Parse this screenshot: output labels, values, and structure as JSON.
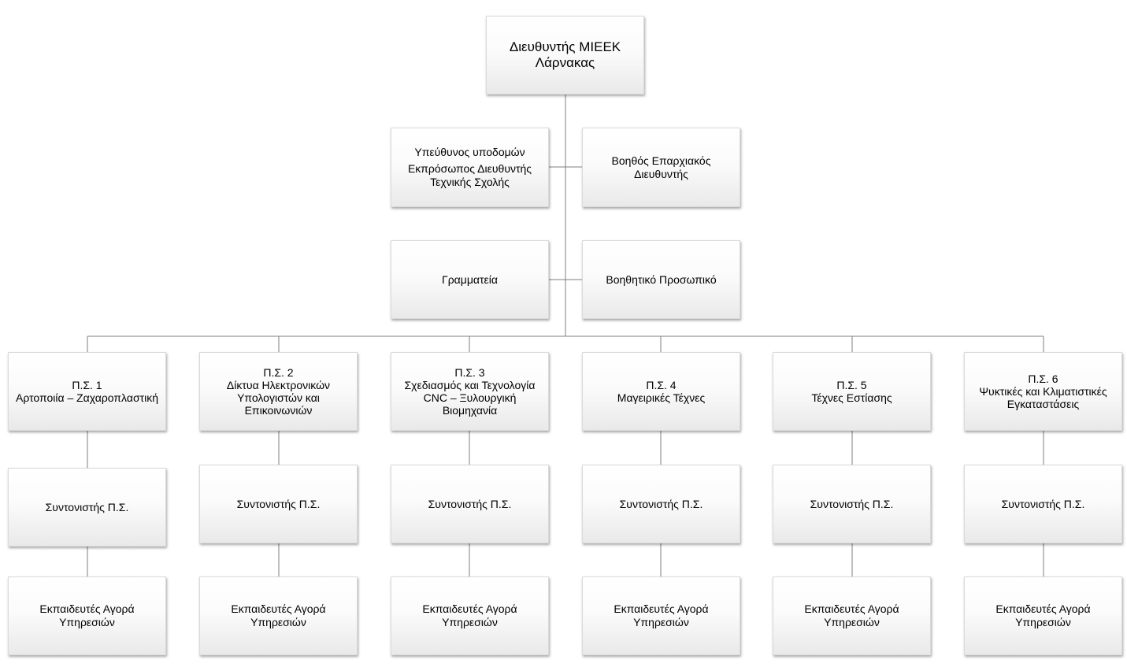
{
  "director": {
    "line1": "Διευθυντής ΜΙΕΕΚ",
    "line2": "Λάρνακας"
  },
  "infrastructure": {
    "line1": "Υπεύθυνος  υποδομών",
    "line2": "Εκπρόσωπος Διευθυντής",
    "line3": "Τεχνικής  Σχολής"
  },
  "assistant_director": {
    "line1": "Βοηθός Επαρχιακός",
    "line2": "Διευθυντής"
  },
  "secretariat": {
    "label": "Γραμματεία"
  },
  "support_staff": {
    "label": "Βοηθητικό  Προσωπικό"
  },
  "programs": [
    {
      "code": "Π.Σ. 1",
      "name_lines": [
        "Αρτοποιία  – Ζαχαροπλαστική"
      ],
      "coordinator": "Συντονιστής  Π.Σ.",
      "trainers_line1": "Εκπαιδευτές Αγορά",
      "trainers_line2": "Υπηρεσιών"
    },
    {
      "code": "Π.Σ. 2",
      "name_lines": [
        "Δίκτυα Ηλεκτρονικών",
        "Υπολογιστών  και",
        "Επικοινωνιών"
      ],
      "coordinator": "Συντονιστής  Π.Σ.",
      "trainers_line1": "Εκπαιδευτές Αγορά",
      "trainers_line2": "Υπηρεσιών"
    },
    {
      "code": "Π.Σ. 3",
      "name_lines": [
        "Σχεδιασμός και Τεχνολογία",
        "CNC – Ξυλουργική",
        "Βιομηχανία"
      ],
      "coordinator": "Συντονιστής  Π.Σ.",
      "trainers_line1": "Εκπαιδευτές Αγορά",
      "trainers_line2": "Υπηρεσιών"
    },
    {
      "code": "Π.Σ. 4",
      "name_lines": [
        "Μαγειρικές Τέχνες"
      ],
      "coordinator": "Συντονιστής  Π.Σ.",
      "trainers_line1": "Εκπαιδευτές Αγορά",
      "trainers_line2": "Υπηρεσιών"
    },
    {
      "code": "Π.Σ. 5",
      "name_lines": [
        "Τέχνες Εστίασης"
      ],
      "coordinator": "Συντονιστής  Π.Σ.",
      "trainers_line1": "Εκπαιδευτές Αγορά",
      "trainers_line2": "Υπηρεσιών"
    },
    {
      "code": "Π.Σ. 6",
      "name_lines": [
        "Ψυκτικές και Κλιματιστικές",
        "Εγκαταστάσεις"
      ],
      "coordinator": "Συντονιστής  Π.Σ.",
      "trainers_line1": "Εκπαιδευτές Αγορά",
      "trainers_line2": "Υπηρεσιών"
    }
  ]
}
